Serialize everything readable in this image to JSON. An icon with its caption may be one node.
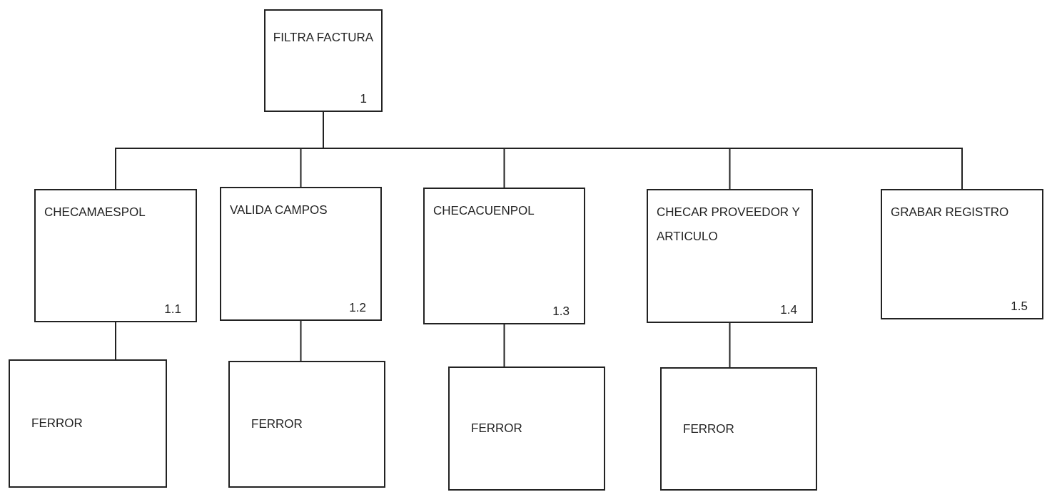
{
  "diagram": {
    "nodes": [
      {
        "text": [
          "FILTRA FACTURA",
          "1"
        ]
      },
      {
        "text": [
          "CHECAMAESPOL",
          "1.1"
        ]
      },
      {
        "text": [
          "VALIDA CAMPOS",
          "1.2"
        ]
      },
      {
        "text": [
          "CHECACUENPOL",
          "1.3"
        ]
      },
      {
        "text": [
          "CHECAR PROVEEDOR Y ARTICULO",
          "1.4"
        ]
      },
      {
        "text": [
          "GRABAR REGISTRO",
          "1.5"
        ]
      },
      {
        "text": [
          "FERROR"
        ]
      },
      {
        "text": [
          "FERROR"
        ]
      },
      {
        "text": [
          "FERROR"
        ]
      },
      {
        "text": [
          "FERROR"
        ]
      }
    ],
    "edges": [
      {
        "from": 0,
        "to": 1,
        "arrow": "none"
      },
      {
        "from": 0,
        "to": 2,
        "arrow": "none"
      },
      {
        "from": 0,
        "to": 3,
        "arrow": "none"
      },
      {
        "from": 0,
        "to": 4,
        "arrow": "none"
      },
      {
        "from": 0,
        "to": 5,
        "arrow": "none"
      },
      {
        "from": 1,
        "to": 6,
        "arrow": "none"
      },
      {
        "from": 2,
        "to": 7,
        "arrow": "none"
      },
      {
        "from": 3,
        "to": 8,
        "arrow": "none"
      },
      {
        "from": 4,
        "to": 9,
        "arrow": "none"
      }
    ]
  }
}
